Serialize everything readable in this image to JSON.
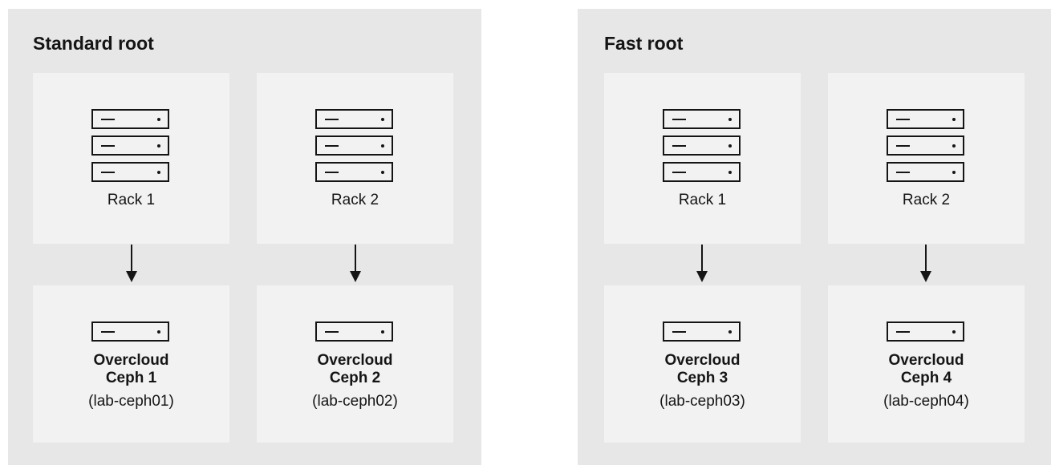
{
  "roots": [
    {
      "title": "Standard root",
      "racks": [
        {
          "label": "Rack 1",
          "node_name_1": "Overcloud",
          "node_name_2": "Ceph 1",
          "node_host": "(lab-ceph01)"
        },
        {
          "label": "Rack 2",
          "node_name_1": "Overcloud",
          "node_name_2": "Ceph 2",
          "node_host": "(lab-ceph02)"
        }
      ]
    },
    {
      "title": "Fast root",
      "racks": [
        {
          "label": "Rack 1",
          "node_name_1": "Overcloud",
          "node_name_2": "Ceph 3",
          "node_host": "(lab-ceph03)"
        },
        {
          "label": "Rack 2",
          "node_name_1": "Overcloud",
          "node_name_2": "Ceph 4",
          "node_host": "(lab-ceph04)"
        }
      ]
    }
  ],
  "colors": {
    "panel": "#e7e7e7",
    "card": "#f2f2f2",
    "ink": "#151515"
  },
  "icons": {
    "rack": "server-rack-icon",
    "node": "server-icon",
    "connector": "arrow-down-icon"
  }
}
